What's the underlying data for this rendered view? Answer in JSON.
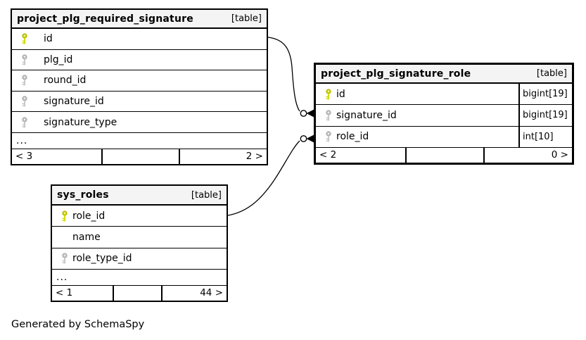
{
  "note": {
    "text": "Generated by SchemaSpy"
  },
  "tables": [
    {
      "name": "project_plg_required_signature",
      "badge": "[table]",
      "columns": [
        {
          "name": "id",
          "key": "primary"
        },
        {
          "name": "plg_id",
          "key": "foreign"
        },
        {
          "name": "round_id",
          "key": "foreign"
        },
        {
          "name": "signature_id",
          "key": "foreign"
        },
        {
          "name": "signature_type",
          "key": "foreign"
        }
      ],
      "ellipsis": "...",
      "footer": {
        "left": "< 3",
        "middle": "",
        "right": "2 >"
      }
    },
    {
      "name": "project_plg_signature_role",
      "badge": "[table]",
      "columns": [
        {
          "name": "id",
          "key": "primary",
          "type": "bigint[19]"
        },
        {
          "name": "signature_id",
          "key": "foreign",
          "type": "bigint[19]"
        },
        {
          "name": "role_id",
          "key": "foreign",
          "type": "int[10]"
        }
      ],
      "footer": {
        "left": "< 2",
        "middle": "",
        "right": "0 >"
      }
    },
    {
      "name": "sys_roles",
      "badge": "[table]",
      "columns": [
        {
          "name": "role_id",
          "key": "primary"
        },
        {
          "name": "name",
          "key": "none"
        },
        {
          "name": "role_type_id",
          "key": "foreign"
        }
      ],
      "ellipsis": "...",
      "footer": {
        "left": "< 1",
        "middle": "",
        "right": "44 >"
      }
    }
  ],
  "relationships": [
    {
      "from_table": "project_plg_required_signature",
      "from_column": "id",
      "to_table": "project_plg_signature_role",
      "to_column": "signature_id"
    },
    {
      "from_table": "sys_roles",
      "from_column": "role_id",
      "to_table": "project_plg_signature_role",
      "to_column": "role_id"
    }
  ],
  "colors": {
    "background": "#ffffff",
    "border": "#000000",
    "header_bg": "#f4f4f4",
    "primary_key_icon": "#d4db00",
    "primary_key_icon_stroke": "#b2b800",
    "foreign_key_icon": "#c9c9c9",
    "foreign_key_icon_stroke": "#ababab"
  }
}
